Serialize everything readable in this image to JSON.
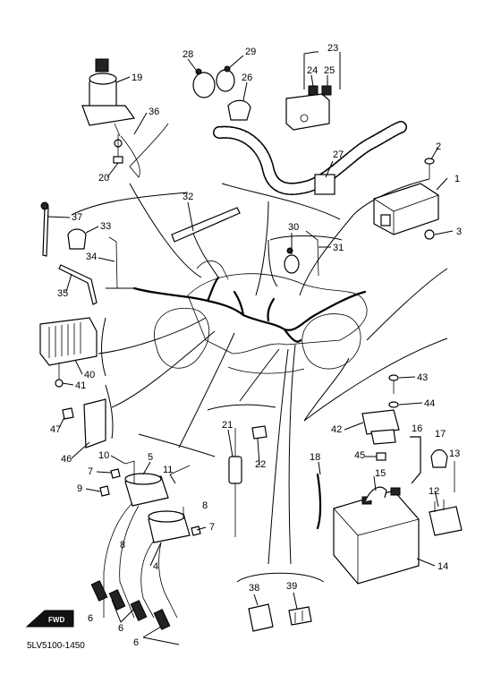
{
  "diagram": {
    "code": "5LV5100-1450",
    "fwd_label": "FWD",
    "labels": [
      "1",
      "2",
      "3",
      "4",
      "5",
      "6",
      "6",
      "6",
      "7",
      "7",
      "8",
      "8",
      "9",
      "10",
      "11",
      "12",
      "13",
      "14",
      "15",
      "16",
      "17",
      "18",
      "19",
      "20",
      "21",
      "22",
      "23",
      "24",
      "25",
      "26",
      "27",
      "28",
      "29",
      "30",
      "31",
      "32",
      "33",
      "34",
      "35",
      "36",
      "37",
      "38",
      "39",
      "40",
      "41",
      "42",
      "43",
      "44",
      "45",
      "46",
      "47"
    ]
  }
}
